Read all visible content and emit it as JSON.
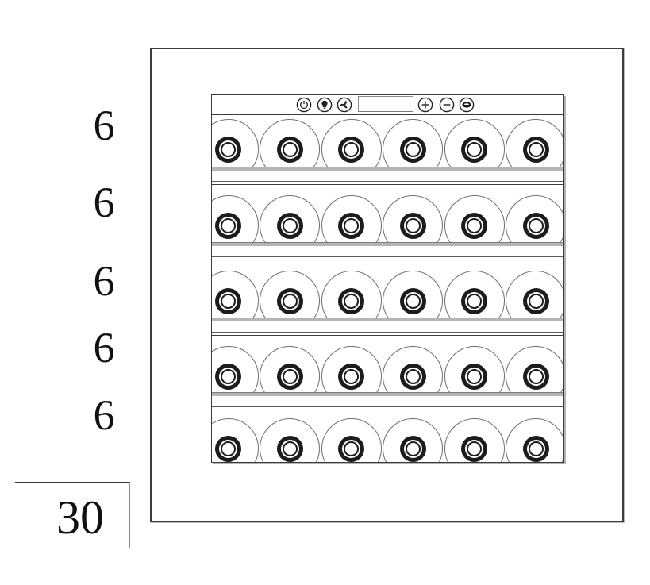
{
  "shelves": {
    "rows": 5,
    "bottles_per_row": 6,
    "row_capacities": [
      "6",
      "6",
      "6",
      "6",
      "6"
    ],
    "total_label": "30"
  },
  "control_panel": {
    "display_value": "",
    "buttons": [
      {
        "label": "",
        "icon": "power-icon"
      },
      {
        "label": "",
        "icon": "light-bulb-icon"
      },
      {
        "label": "",
        "icon": "fan-icon"
      },
      {
        "label": "",
        "icon": "plus-icon"
      },
      {
        "label": "",
        "icon": "minus-icon"
      },
      {
        "label": "",
        "icon": "mode-key-icon"
      }
    ]
  },
  "colors": {
    "line": "#3b3b3b",
    "bottle_outline": "#6e6e6e",
    "shelf_gray": "#b5b5b5",
    "ring_dark": "#1c1c1c"
  }
}
